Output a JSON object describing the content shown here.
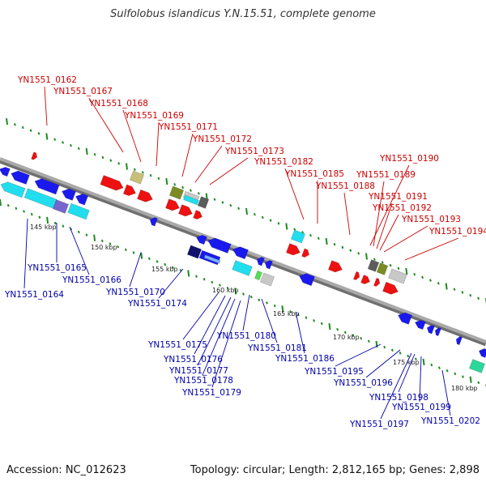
{
  "title": "Sulfolobus islandicus Y.N.15.51, complete genome",
  "footer": {
    "accession": "Accession: NC_012623",
    "topology": "Topology: circular; Length: 2,812,165 bp; Genes: 2,898"
  },
  "scale_labels": [
    "145 kbp",
    "150 kbp",
    "155 kbp",
    "160 kbp",
    "165 kbp",
    "170 kbp",
    "175 kbp",
    "180 kbp"
  ],
  "colors": {
    "backbone": "#8f8f8f",
    "forward_label": "#cc0000",
    "reverse_label": "#0000aa",
    "tick": "#1e8c1e",
    "feature_red": "#ee1111",
    "feature_blue": "#1a1aee",
    "feature_cyan": "#22ddee"
  },
  "forward_genes": [
    "YN1551_0162",
    "YN1551_0167",
    "YN1551_0168",
    "YN1551_0169",
    "YN1551_0171",
    "YN1551_0172",
    "YN1551_0173",
    "YN1551_0182",
    "YN1551_0185",
    "YN1551_0188",
    "YN1551_0190",
    "YN1551_0189",
    "YN1551_0191",
    "YN1551_0192",
    "YN1551_0193",
    "YN1551_0194"
  ],
  "reverse_genes": [
    "YN1551_0165",
    "YN1551_0166",
    "YN1551_0164",
    "YN1551_0170",
    "YN1551_0174",
    "YN1551_0175",
    "YN1551_0180",
    "YN1551_0176",
    "YN1551_0181",
    "YN1551_0177",
    "YN1551_0186",
    "YN1551_0178",
    "YN1551_0179",
    "YN1551_0195",
    "YN1551_0196",
    "YN1551_0198",
    "YN1551_0199",
    "YN1551_0197",
    "YN1551_0202"
  ]
}
